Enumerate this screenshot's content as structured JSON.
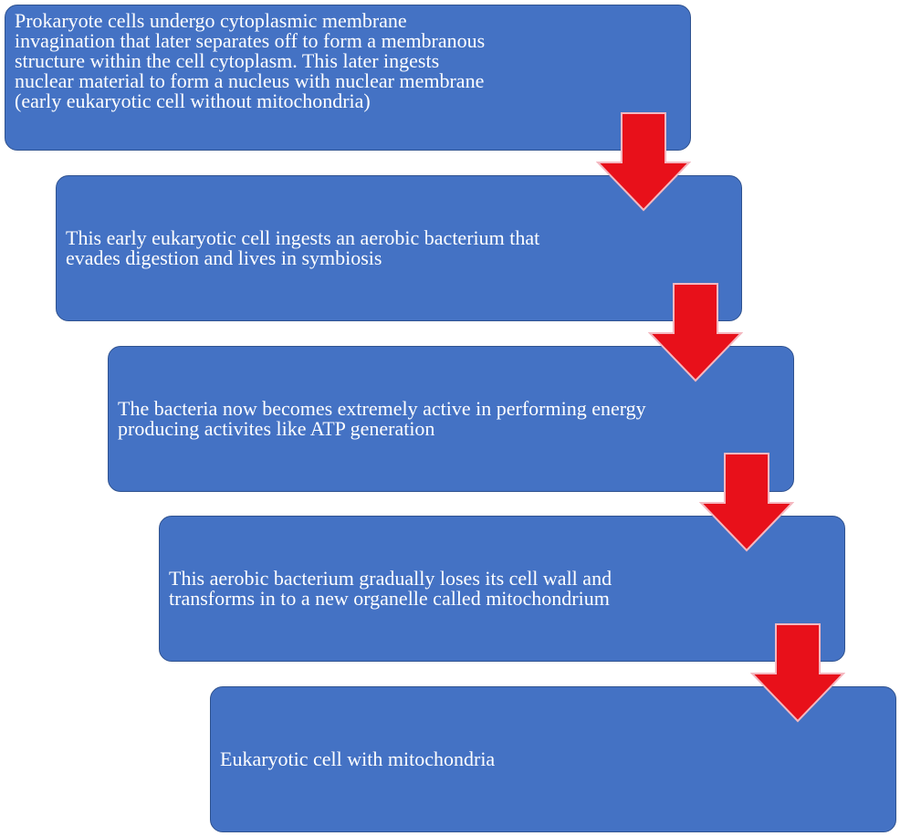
{
  "diagram": {
    "steps": [
      {
        "text": "Prokaryote cells undergo cytoplasmic membrane invagination that later separates off to form a membranous structure within the cell cytoplasm. This later ingests nuclear material to form a nucleus with nuclear membrane (early eukaryotic cell without mitochondria)"
      },
      {
        "text": "This early eukaryotic cell ingests an aerobic bacterium that evades digestion and lives in symbiosis"
      },
      {
        "text": "The bacteria now becomes extremely active in performing energy producing activites like ATP generation"
      },
      {
        "text": "This aerobic bacterium gradually loses its cell wall and transforms in to a new organelle called mitochondrium"
      },
      {
        "text": "Eukaryotic cell with mitochondria"
      }
    ],
    "colors": {
      "box_fill": "#4472c4",
      "box_border": "#2f528f",
      "box_text": "#ffffff",
      "arrow_fill": "#e8101a",
      "arrow_border": "#f4b8c0"
    },
    "arrow_icon": "down-arrow-icon"
  }
}
